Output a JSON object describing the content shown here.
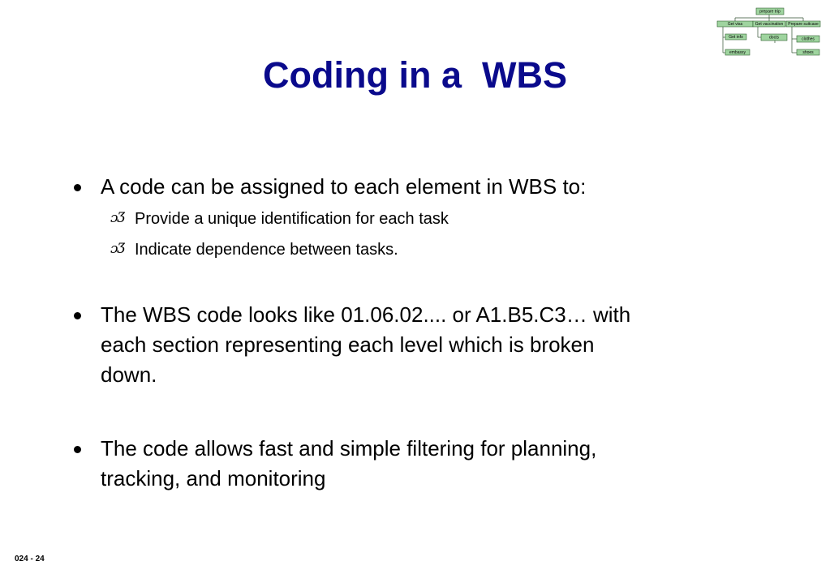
{
  "title": "Coding in a  WBS",
  "wbs_diagram": {
    "root": "prepare trip",
    "level1": [
      "Get visa",
      "Get vaccination",
      "Prepare suitcase"
    ],
    "visa_children": [
      "Get info",
      "embassy"
    ],
    "vaccination_children": [
      "docts"
    ],
    "suitcase_children": [
      "clothes",
      "shoes"
    ],
    "colors": {
      "node_fill": "#9fd49f",
      "node_stroke": "#2f5f2f",
      "line": "#2f4f2f"
    }
  },
  "bullets": [
    {
      "text": "A code can be assigned to each element in WBS to:",
      "sub": [
        "Provide a unique identification for each task",
        "Indicate dependence between tasks."
      ]
    },
    {
      "lines": [
        "The WBS code looks like 01.06.02.... or A1.B5.C3… with",
        "each section representing each level which is broken",
        "down."
      ]
    },
    {
      "lines": [
        "The code allows fast and simple filtering for planning,",
        "tracking, and monitoring"
      ]
    }
  ],
  "sub_bullet_glyph": "ɔƷ",
  "footer": "024 - 24",
  "colors": {
    "title": "#0a0a8c"
  }
}
